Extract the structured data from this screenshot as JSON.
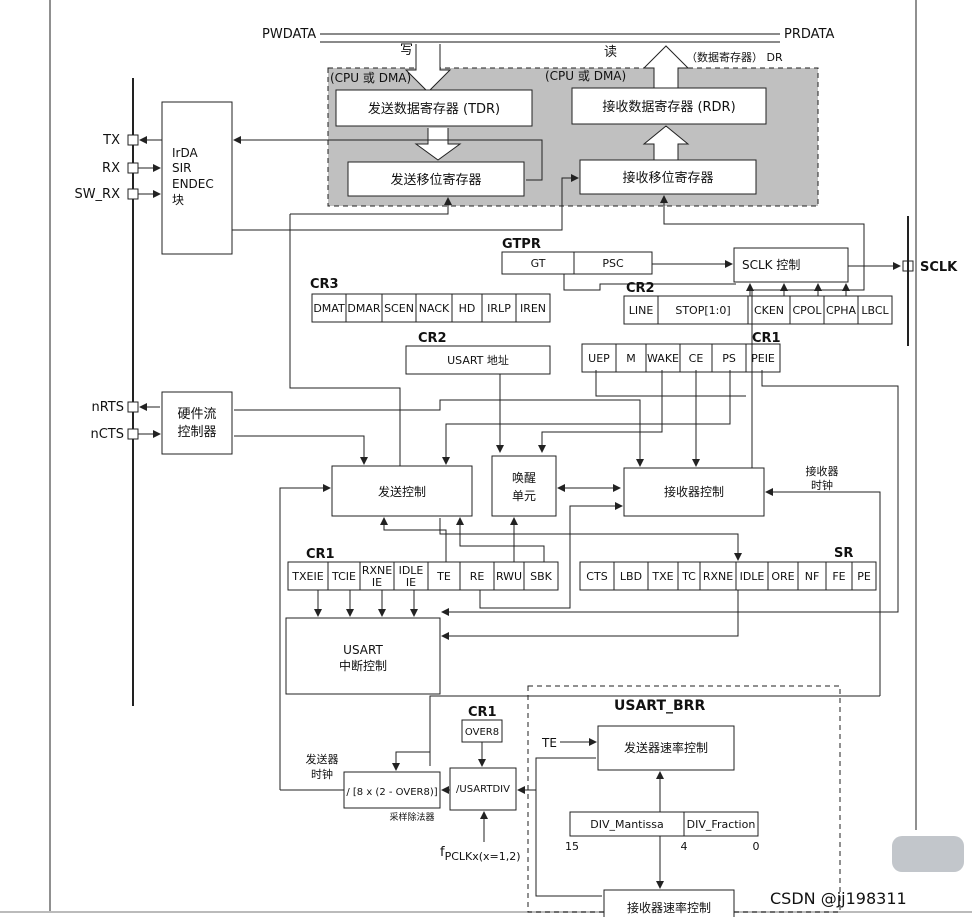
{
  "bus": {
    "pwdata": "PWDATA",
    "prdata": "PRDATA",
    "write": "写",
    "read": "读",
    "dr_label": "（数据寄存器） DR"
  },
  "cpu_dma_left": "(CPU 或 DMA)",
  "cpu_dma_right": "(CPU 或 DMA)",
  "tdr": "发送数据寄存器 (TDR)",
  "rdr": "接收数据寄存器 (RDR)",
  "tx_shift": "发送移位寄存器",
  "rx_shift": "接收移位寄存器",
  "pins": {
    "tx": "TX",
    "rx": "RX",
    "sw_rx": "SW_RX",
    "nrts": "nRTS",
    "ncts": "nCTS",
    "sclk": "SCLK"
  },
  "irda": [
    "IrDA",
    "SIR",
    "ENDEC",
    "块"
  ],
  "hwflow": [
    "硬件流",
    "控制器"
  ],
  "gtpr": {
    "title": "GTPR",
    "gt": "GT",
    "psc": "PSC"
  },
  "sclk_ctrl": "SCLK 控制",
  "cr3": {
    "title": "CR3",
    "bits": [
      "DMAT",
      "DMAR",
      "SCEN",
      "NACK",
      "HD",
      "IRLP",
      "IREN"
    ]
  },
  "cr2_top": {
    "title": "CR2",
    "bits": [
      "LINE",
      "STOP[1:0]",
      "CKEN",
      "CPOL",
      "CPHA",
      "LBCL"
    ]
  },
  "cr2_addr": {
    "title": "CR2",
    "label": "USART 地址"
  },
  "cr1_top": {
    "title": "CR1",
    "bits": [
      "UEP",
      "M",
      "WAKE",
      "CE",
      "PS",
      "PEIE"
    ]
  },
  "tx_ctrl": "发送控制",
  "wakeup": [
    "唤醒",
    "单元"
  ],
  "rx_ctrl": "接收器控制",
  "rx_clock": [
    "接收器",
    "时钟"
  ],
  "cr1_bottom": {
    "title": "CR1",
    "bits": [
      "TXEIE",
      "TCIE",
      "RXNE\nIE",
      "IDLE\nIE",
      "TE",
      "RE",
      "RWU",
      "SBK"
    ]
  },
  "sr": {
    "title": "SR",
    "bits": [
      "CTS",
      "LBD",
      "TXE",
      "TC",
      "RXNE",
      "IDLE",
      "ORE",
      "NF",
      "FE",
      "PE"
    ]
  },
  "usart_int": [
    "USART",
    "中断控制"
  ],
  "usart_brr": "USART_BRR",
  "cr1_over8": {
    "title": "CR1",
    "label": "OVER8"
  },
  "te_label": "TE",
  "tx_rate": "发送器速率控制",
  "rx_rate": "接收器速率控制",
  "tx_clock": [
    "发送器",
    "时钟"
  ],
  "divider": "/ [8 x (2 - OVER8)]",
  "sampling": "采样除法器",
  "usartdiv": "/USARTDIV",
  "fpclk": {
    "f": "f",
    "sub": "PCLKx(x=1,2)"
  },
  "div_mantissa": "DIV_Mantissa",
  "div_fraction": "DIV_Fraction",
  "bit_labels": [
    "15",
    "4",
    "0"
  ],
  "watermark": "CSDN @jj198311"
}
